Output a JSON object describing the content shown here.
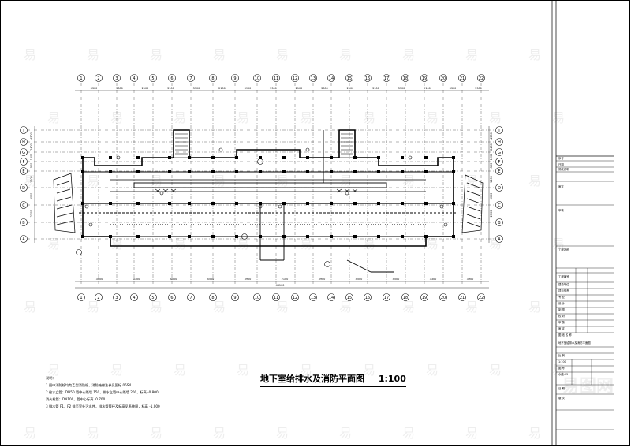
{
  "drawing": {
    "title": "地下室给排水及消防平面图",
    "scale": "1:100"
  },
  "axes": {
    "top": [
      "1",
      "2",
      "3",
      "4",
      "5",
      "6",
      "7",
      "8",
      "9",
      "10",
      "11",
      "12",
      "13",
      "14",
      "15",
      "16",
      "17",
      "18",
      "19",
      "20",
      "21",
      "22"
    ],
    "left": [
      "J",
      "H",
      "G",
      "F",
      "E",
      "D",
      "C",
      "B",
      "A"
    ],
    "right": [
      "J",
      "H",
      "G",
      "F",
      "E",
      "D",
      "C",
      "B",
      "A"
    ]
  },
  "dimensions": {
    "top": [
      "3300",
      "3300",
      "2100",
      "3900",
      "3300",
      "2100",
      "3900",
      "3300",
      "2100",
      "3300",
      "2100",
      "3900",
      "3300",
      "2100",
      "3300",
      "3300"
    ],
    "bottom": [
      "3900",
      "3300",
      "4500",
      "4500",
      "3900",
      "2100",
      "3900",
      "4500",
      "4500",
      "3300",
      "3900"
    ],
    "total": "48100",
    "left": [
      "4500",
      "2400",
      "1200",
      "1500",
      "1200",
      "3000",
      "2100"
    ],
    "right": [
      "4500",
      "2400",
      "1200",
      "1500",
      "1200",
      "3000",
      "2100"
    ]
  },
  "notes": [
    "说明：",
    "1  图中消防栓均为乙型消防栓，消防箱做法参见国标 05S4 ...",
    "2  给水立管：DN50 管中心距墙 150，排水立管中心距墙 200，标高 -0.800",
    "   消火栓管：DN100，管中心标高 -0.700",
    "3  排水管 F1、F2 排至室外污水井，排水管管径及标高见系统图，标高 -1.000"
  ],
  "title_block": {
    "rows": [
      "序号",
      "日期",
      "修改说明",
      "",
      "审定",
      "审核",
      "工程名称",
      "",
      "工程编号",
      "建设单位",
      "项目负责",
      "专 业",
      "设 计",
      "制 图",
      "校 对",
      "审 核",
      "审 定",
      "图 纸 名 称",
      "地下室给排水及消防平面图",
      "比 例",
      "1:100",
      "图 号",
      "水施-05",
      "日 期",
      "版 次"
    ]
  },
  "watermark": "易图网",
  "colors": {
    "line": "#000000",
    "paper": "#ffffff",
    "watermark": "#cfcfcf"
  }
}
